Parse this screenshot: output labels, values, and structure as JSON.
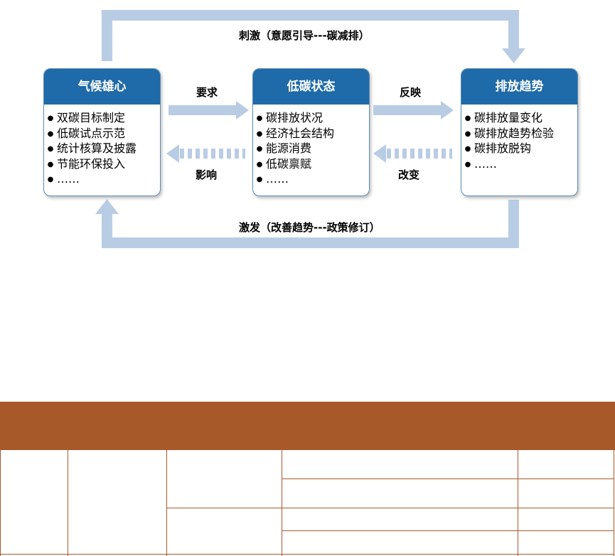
{
  "diagram": {
    "top_loop_label": "刺激（意愿引导---碳减排）",
    "bottom_loop_label": "激发（改善趋势---政策修订）",
    "boxes": [
      {
        "title": "气候雄心",
        "items": [
          "双碳目标制定",
          "低碳试点示范",
          "统计核算及披露",
          "节能环保投入",
          "……"
        ]
      },
      {
        "title": "低碳状态",
        "items": [
          "碳排放状况",
          "经济社会结构",
          "能源消费",
          "低碳禀赋",
          "……"
        ]
      },
      {
        "title": "排放趋势",
        "items": [
          "碳排放量变化",
          "碳排放趋势检验",
          "碳排放脱钩",
          "……"
        ]
      }
    ],
    "links": {
      "require": "要求",
      "influence": "影响",
      "reflect": "反映",
      "change": "改变"
    },
    "colors": {
      "box_header": "#1f6aa8",
      "arrow": "#b8cce4",
      "table_header": "#a8592a"
    }
  }
}
